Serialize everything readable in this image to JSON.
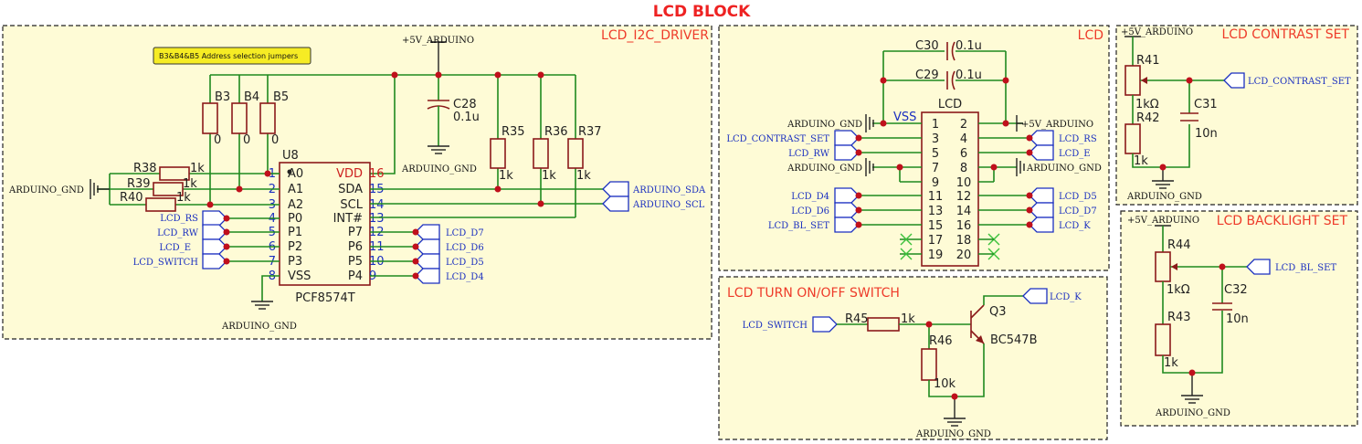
{
  "title": "LCD BLOCK",
  "blocks": {
    "i2c": "LCD_I2C_DRIVER",
    "lcd": "LCD",
    "contrast": "LCD CONTRAST SET",
    "backlight": "LCD BACKLIGHT SET",
    "switch": "LCD TURN ON/OFF SWITCH"
  },
  "note": "B3&B4&B5 Address selection jumpers",
  "power": {
    "gnd": "ARDUINO_GND",
    "vcc": "+5V_ARDUINO"
  },
  "nets": {
    "rs": "LCD_RS",
    "rw": "LCD_RW",
    "e": "LCD_E",
    "sw": "LCD_SWITCH",
    "d7": "LCD_D7",
    "d6": "LCD_D6",
    "d5": "LCD_D5",
    "d4": "LCD_D4",
    "sda": "ARDUINO_SDA",
    "scl": "ARDUINO_SCL",
    "contrast": "LCD_CONTRAST_SET",
    "bl": "LCD_BL_SET",
    "k": "LCD_K"
  },
  "u8": {
    "ref": "U8",
    "part": "PCF8574T",
    "left_pins": [
      {
        "num": "1",
        "name": "A0"
      },
      {
        "num": "2",
        "name": "A1"
      },
      {
        "num": "3",
        "name": "A2"
      },
      {
        "num": "4",
        "name": "P0"
      },
      {
        "num": "5",
        "name": "P1"
      },
      {
        "num": "6",
        "name": "P2"
      },
      {
        "num": "7",
        "name": "P3"
      },
      {
        "num": "8",
        "name": "VSS"
      }
    ],
    "right_pins": [
      {
        "num": "16",
        "name": "VDD"
      },
      {
        "num": "15",
        "name": "SDA"
      },
      {
        "num": "14",
        "name": "SCL"
      },
      {
        "num": "13",
        "name": "INT#"
      },
      {
        "num": "12",
        "name": "P7"
      },
      {
        "num": "11",
        "name": "P6"
      },
      {
        "num": "10",
        "name": "P5"
      },
      {
        "num": "9",
        "name": "P4"
      }
    ]
  },
  "parts": {
    "b3": {
      "ref": "B3",
      "val": "0"
    },
    "b4": {
      "ref": "B4",
      "val": "0"
    },
    "b5": {
      "ref": "B5",
      "val": "0"
    },
    "r38": {
      "ref": "R38",
      "val": "1k"
    },
    "r39": {
      "ref": "R39",
      "val": "1k"
    },
    "r40": {
      "ref": "R40",
      "val": "1k"
    },
    "c28": {
      "ref": "C28",
      "val": "0.1u"
    },
    "r35": {
      "ref": "R35",
      "val": "1k"
    },
    "r36": {
      "ref": "R36",
      "val": "1k"
    },
    "r37": {
      "ref": "R37",
      "val": "1k"
    },
    "c30": {
      "ref": "C30",
      "val": "0.1u"
    },
    "c29": {
      "ref": "C29",
      "val": "0.1u"
    },
    "r41": {
      "ref": "R41",
      "val": "1kΩ"
    },
    "r42": {
      "ref": "R42",
      "val": "1k"
    },
    "c31": {
      "ref": "C31",
      "val": "10n"
    },
    "r44": {
      "ref": "R44",
      "val": "1kΩ"
    },
    "r43": {
      "ref": "R43",
      "val": "1k"
    },
    "c32": {
      "ref": "C32",
      "val": "10n"
    },
    "r45": {
      "ref": "R45",
      "val": "1k"
    },
    "r46": {
      "ref": "R46",
      "val": "10k"
    },
    "q3": {
      "ref": "Q3",
      "val": "BC547B"
    }
  },
  "lcd": {
    "ref": "LCD",
    "vss": "VSS",
    "left_pins": [
      "1",
      "3",
      "5",
      "7",
      "9",
      "11",
      "13",
      "15",
      "17",
      "19"
    ],
    "right_pins": [
      "2",
      "4",
      "6",
      "8",
      "10",
      "12",
      "14",
      "16",
      "18",
      "20"
    ],
    "left_nets": [
      "ARDUINO_GND",
      "LCD_CONTRAST_SET",
      "LCD_RW",
      "ARDUINO_GND",
      "",
      "LCD_D4",
      "LCD_D6",
      "LCD_BL_SET",
      "",
      ""
    ],
    "right_nets": [
      "+5V_ARDUINO",
      "LCD_RS",
      "LCD_E",
      "ARDUINO_GND",
      "",
      "LCD_D5",
      "LCD_D7",
      "LCD_K",
      "",
      ""
    ]
  }
}
